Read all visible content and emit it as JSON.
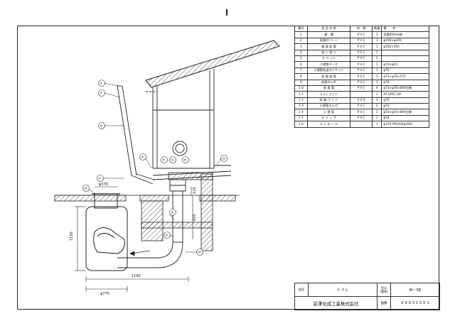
{
  "parts": {
    "headers": {
      "no": "番号",
      "name": "部 品 名 称",
      "material": "材　質",
      "qty": "数量",
      "remarks": "備　　考"
    },
    "rows": [
      {
        "no": "1",
        "name": "便　槽",
        "material": "P V C",
        "qty": "1",
        "remarks": "容量400ℓ仕様"
      },
      {
        "no": "2",
        "name": "殺菌付ベント",
        "material": "P V C",
        "qty": "1",
        "remarks": "φ100×φ200"
      },
      {
        "no": "3",
        "name": "継 頭 部 管",
        "material": "P V C",
        "qty": "1",
        "remarks": "φ100×450"
      },
      {
        "no": "4",
        "name": "吸 い 堀 り",
        "material": "P V C",
        "qty": "1",
        "remarks": ""
      },
      {
        "no": "5",
        "name": "ス ペ ット",
        "material": "P V C",
        "qty": "1",
        "remarks": ""
      },
      {
        "no": "6",
        "name": "小便管チーズ",
        "material": "P V C",
        "qty": "1",
        "remarks": "φ76×φ54"
      },
      {
        "no": "7",
        "name": "小便管吐出口ソケット",
        "material": "P V C",
        "qty": "1",
        "remarks": "φ76"
      },
      {
        "no": "8",
        "name": "扇 風 吸 管",
        "material": "P V C",
        "qty": "1",
        "remarks": "φ73×φ76×570"
      },
      {
        "no": "9",
        "name": "扇風エルボ",
        "material": "P V C",
        "qty": "1",
        "remarks": "φ76"
      },
      {
        "no": "1 0",
        "name": "扇 風 管",
        "material": "P V C",
        "qty": "4",
        "remarks": "φ73×φ76×800仕様"
      },
      {
        "no": "1 1",
        "name": "トイレファン",
        "material": "",
        "qty": "1",
        "remarks": "AC100V 2W"
      },
      {
        "no": "1 2",
        "name": "扇 風 バ ン ド",
        "material": "S U S",
        "qty": "1",
        "remarks": "φ76"
      },
      {
        "no": "1 3",
        "name": "小便管エルボ",
        "material": "P V C",
        "qty": "2",
        "remarks": "φ54"
      },
      {
        "no": "1 4",
        "name": "小 便 管",
        "material": "P V C",
        "qty": "2",
        "remarks": "φ50×φ54×800仕様"
      },
      {
        "no": "1 5",
        "name": "キ ャ ッ プ",
        "material": "P V C",
        "qty": "1",
        "remarks": "φ54"
      },
      {
        "no": "1 6",
        "name": "マ ン ホ ー ル",
        "material": "",
        "qty": "1",
        "remarks": "φ370 OR(外径φ350)"
      }
    ]
  },
  "title_block": {
    "name_label": "品名",
    "name_value": "トイレ",
    "type_label_1": "型式",
    "type_label_2": "(規格)",
    "type_value": "M－5E",
    "company": "前澤化成工業株式会社",
    "drawing_no_label": "図番",
    "drawing_no_value": "0 9 0 3 1 0 0 1"
  },
  "dimensions": {
    "manhole_dia": "φ370",
    "tank_height": "1150",
    "tank_depth": "1190",
    "tank_dia": "φ775",
    "fall_650": "650",
    "fall_120": "120"
  },
  "callouts": [
    "①",
    "②",
    "③",
    "④",
    "⑤",
    "⑥",
    "⑦",
    "⑧",
    "⑨",
    "⑩",
    "⑪",
    "⑫",
    "⑬",
    "⑭",
    "⑮",
    "⑯"
  ]
}
